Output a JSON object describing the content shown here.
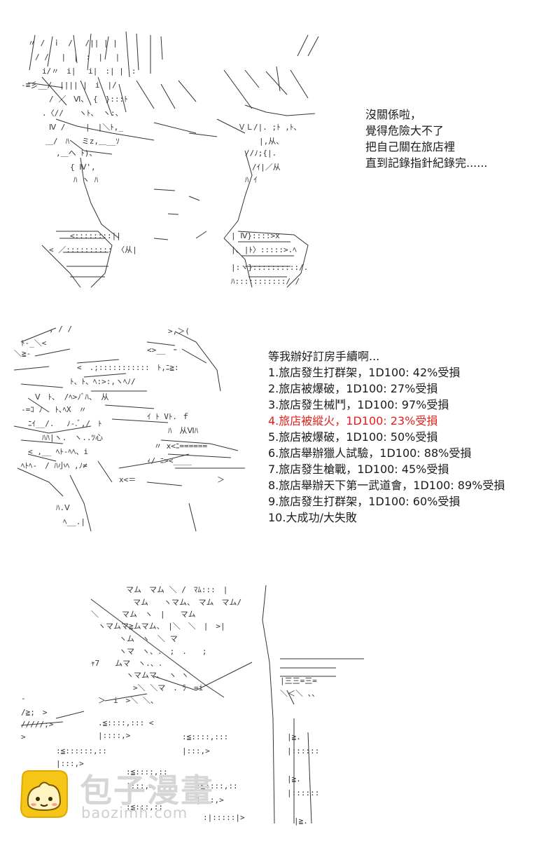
{
  "panel1": {
    "dialog": [
      "沒關係啦，",
      "覺得危險大不了",
      "把自己關在旅店裡",
      "直到記錄指針紀錄完......"
    ]
  },
  "panel2": {
    "dialog_title": "等我辦好訂房手續啊...",
    "options": [
      {
        "text": "1.旅店發生打群架，1D100: 42%受損",
        "highlight": false
      },
      {
        "text": "2.旅店被爆破，1D100: 27%受損",
        "highlight": false
      },
      {
        "text": "3.旅店發生械鬥，1D100: 97%受損",
        "highlight": false
      },
      {
        "text": "4.旅店被縱火，1D100: 23%受損",
        "highlight": true
      },
      {
        "text": "5.旅店被爆破，1D100: 50%受損",
        "highlight": false
      },
      {
        "text": "6.旅店舉辦獵人試驗，1D100: 88%受損",
        "highlight": false
      },
      {
        "text": "7.旅店發生槍戰，1D100: 45%受損",
        "highlight": false
      },
      {
        "text": "8.旅店舉辦天下第一武道會，1D100: 89%受損",
        "highlight": false
      },
      {
        "text": "9.旅店發生打群架，1D100: 60%受損",
        "highlight": false
      },
      {
        "text": "10.大成功/大失敗",
        "highlight": false
      }
    ]
  },
  "watermark": {
    "title": "包子漫畫",
    "url": "baozimh.com",
    "logo_icon": "baozi-mascot-icon",
    "colors": {
      "logo_yellow": "#f5c518",
      "logo_outline": "#e0a800",
      "text_gray": "#d6d6d6"
    }
  }
}
